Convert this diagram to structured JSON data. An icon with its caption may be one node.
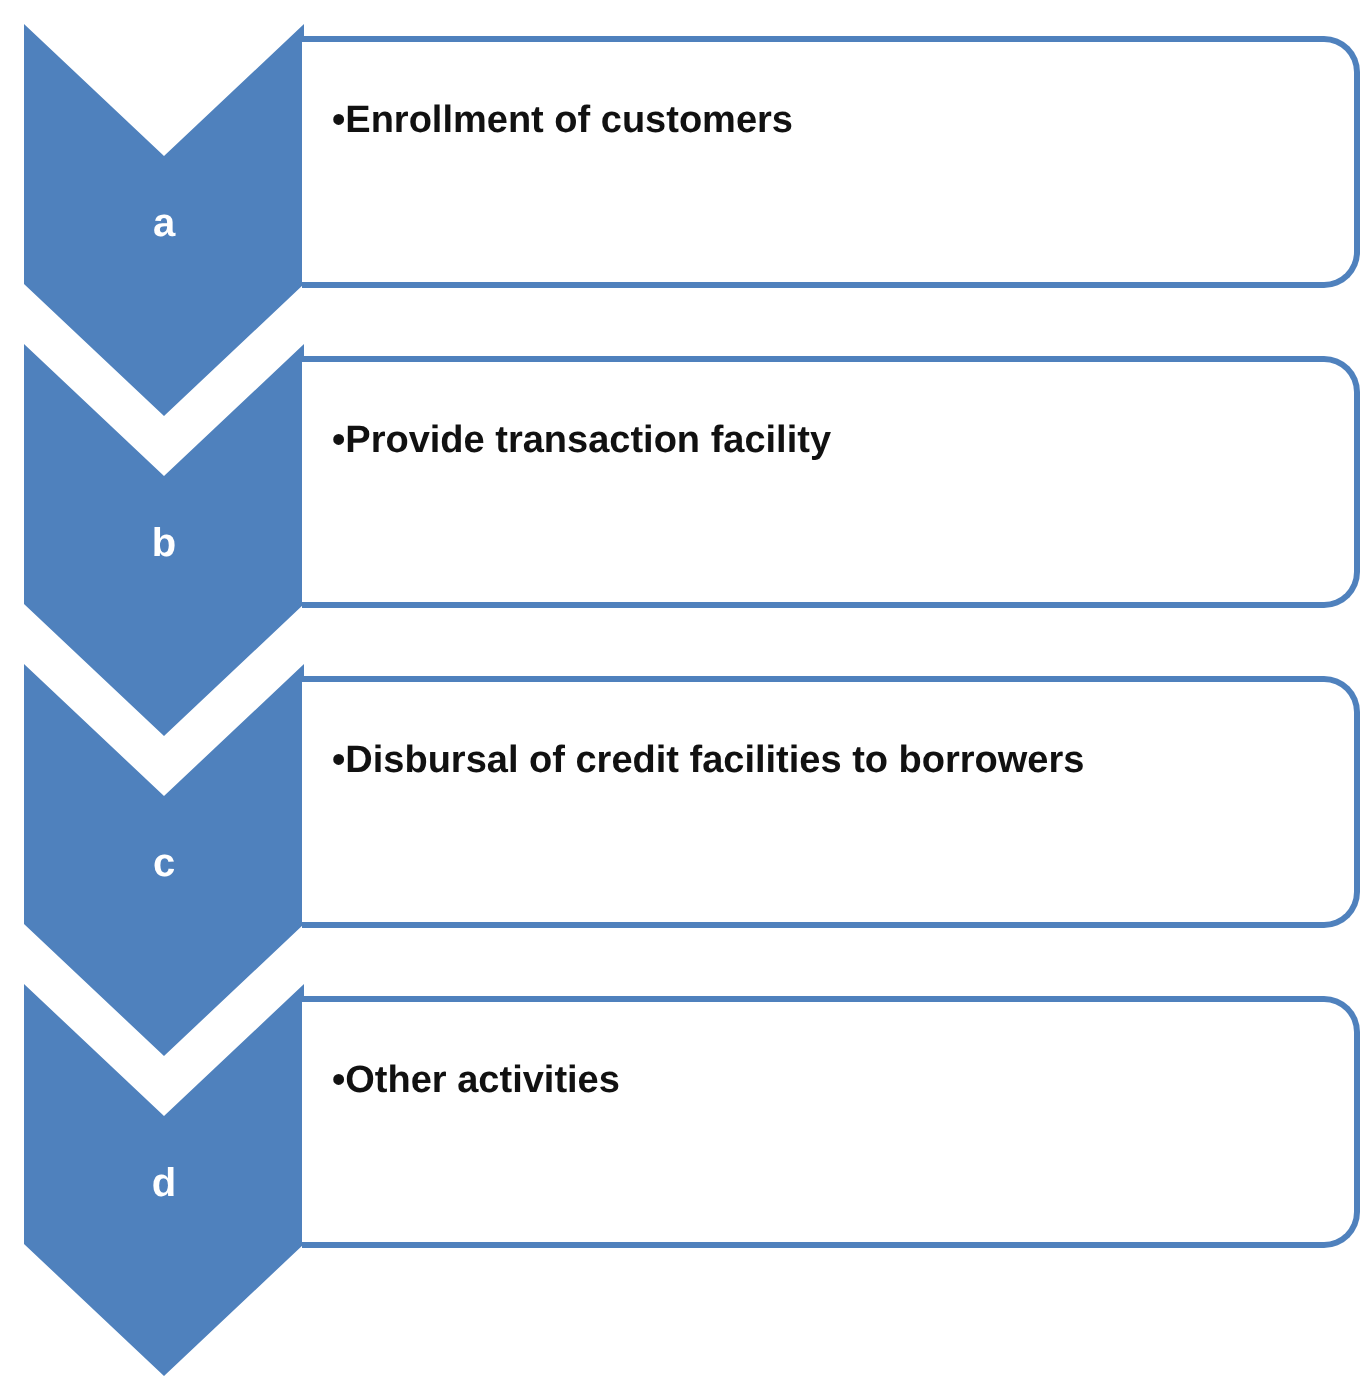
{
  "diagram": {
    "nodes": [
      {
        "text": [
          "a"
        ]
      },
      {
        "text": [
          "•Enrollment of customers"
        ]
      },
      {
        "text": [
          "b"
        ]
      },
      {
        "text": [
          "•Provide transaction facility"
        ]
      },
      {
        "text": [
          "c"
        ]
      },
      {
        "text": [
          "•Disbursal of credit facilities to borrowers"
        ]
      },
      {
        "text": [
          "d"
        ]
      },
      {
        "text": [
          "•Other activities"
        ]
      }
    ]
  }
}
